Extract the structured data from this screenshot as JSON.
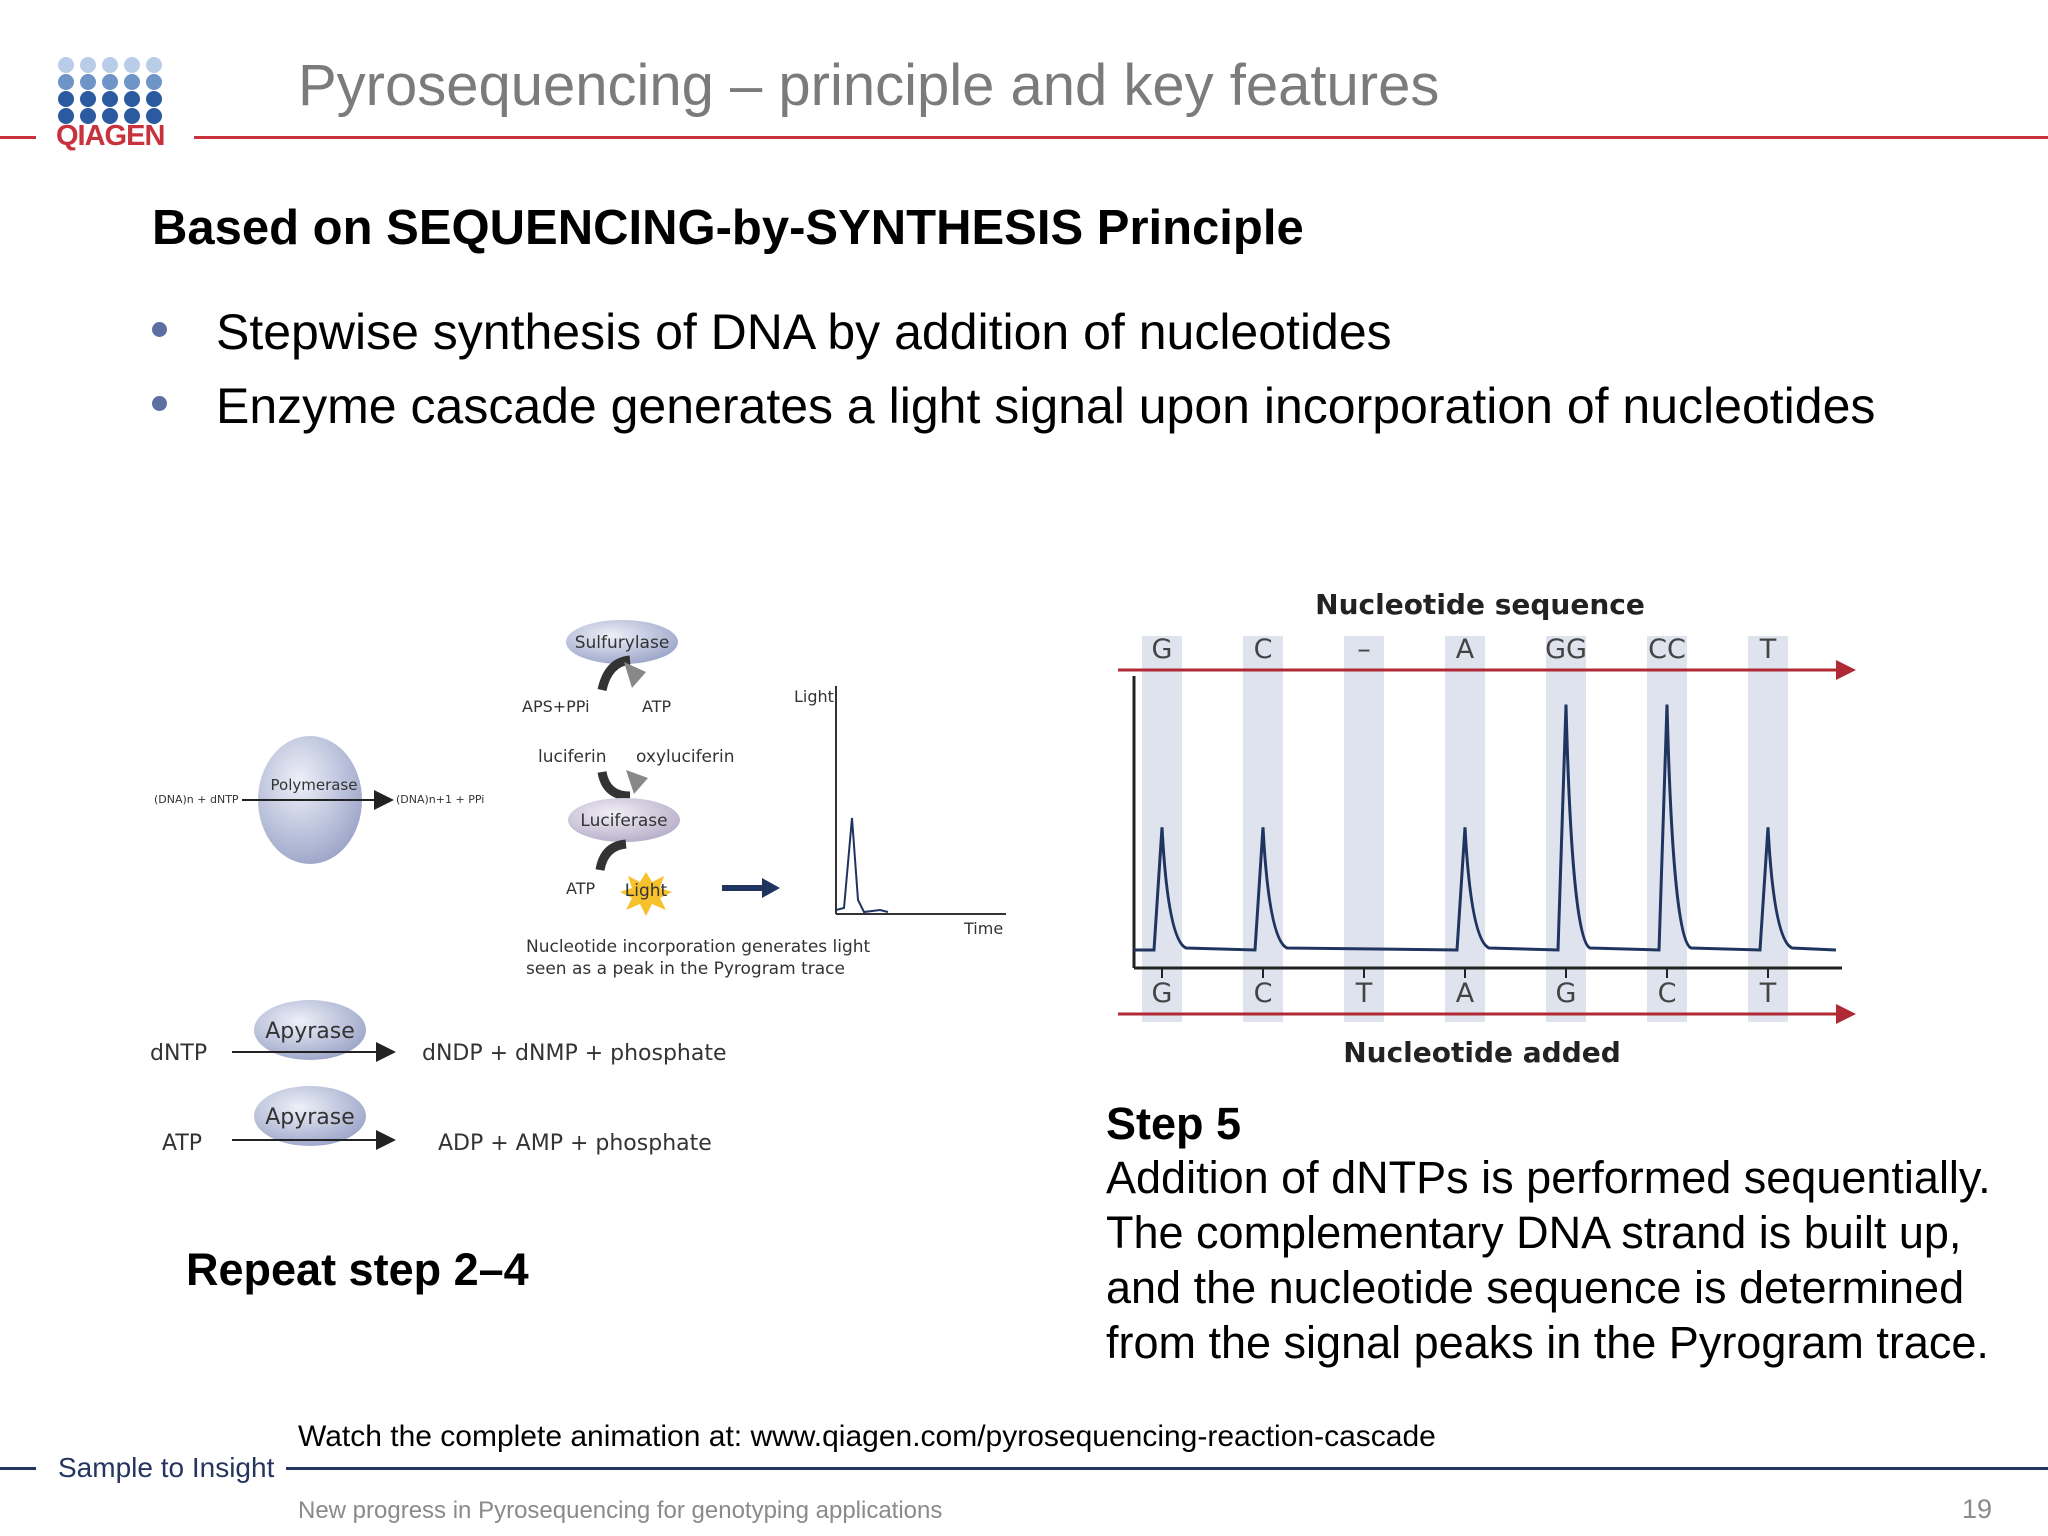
{
  "slide": {
    "title": "Pyrosequencing – principle and key features",
    "subheading": "Based on SEQUENCING-by-SYNTHESIS Principle",
    "bullets": [
      "Stepwise synthesis of DNA by addition of nucleotides",
      "Enzyme cascade generates a light signal upon incorporation of nucleotides"
    ],
    "repeat_text": "Repeat step 2–4",
    "step": {
      "title": "Step 5",
      "lines": [
        "Addition of dNTPs is performed sequentially.",
        "The complementary DNA strand is built up,",
        "and the nucleotide sequence is determined",
        "from the signal peaks in the Pyrogram trace."
      ]
    },
    "watch_text": "Watch  the complete animation at: www.qiagen.com/pyrosequencing-reaction-cascade",
    "tagline": "Sample to Insight",
    "footer": "New progress in Pyrosequencing for genotyping applications",
    "page_number": "19",
    "logo_text": "QIAGEN"
  },
  "cascade": {
    "polymerase": {
      "label": "Polymerase",
      "left_text": "(DNA)n + dNTP",
      "right_text": "(DNA)n+1 + PPi"
    },
    "sulfurylase": {
      "label": "Sulfurylase",
      "left_text": "APS+PPi",
      "right_text": "ATP"
    },
    "luciferase": {
      "label": "Luciferase",
      "left_text": "luciferin",
      "right_text": "oxyluciferin",
      "bottom_left": "ATP",
      "bottom_right": "Light"
    },
    "caption_line1": "Nucleotide incorporation generates light",
    "caption_line2": "seen as a peak in the Pyrogram trace",
    "mini_plot": {
      "ylabel": "Light",
      "xlabel": "Time"
    },
    "apyrase": [
      {
        "label": "Apyrase",
        "left_text": "dNTP",
        "right_text": "dNDP + dNMP + phosphate"
      },
      {
        "label": "Apyrase",
        "left_text": "ATP",
        "right_text": "ADP + AMP + phosphate"
      }
    ]
  },
  "chart_data": {
    "type": "line",
    "title": "Nucleotide sequence",
    "xlabel": "Nucleotide added",
    "sequence_labels": [
      "G",
      "C",
      "–",
      "A",
      "GG",
      "CC",
      "T"
    ],
    "dispensed": [
      "G",
      "C",
      "T",
      "A",
      "G",
      "C",
      "T"
    ],
    "peak_heights": [
      1,
      1,
      0,
      1,
      2,
      2,
      1
    ],
    "ylim": [
      0,
      2.2
    ],
    "line_color": "#1f3560",
    "band_color": "#dfe3ee",
    "arrow_color": "#b02a36"
  },
  "colors": {
    "accent_red": "#c8323c",
    "navy": "#25355f",
    "logo_blue": "#2b5aa0"
  }
}
